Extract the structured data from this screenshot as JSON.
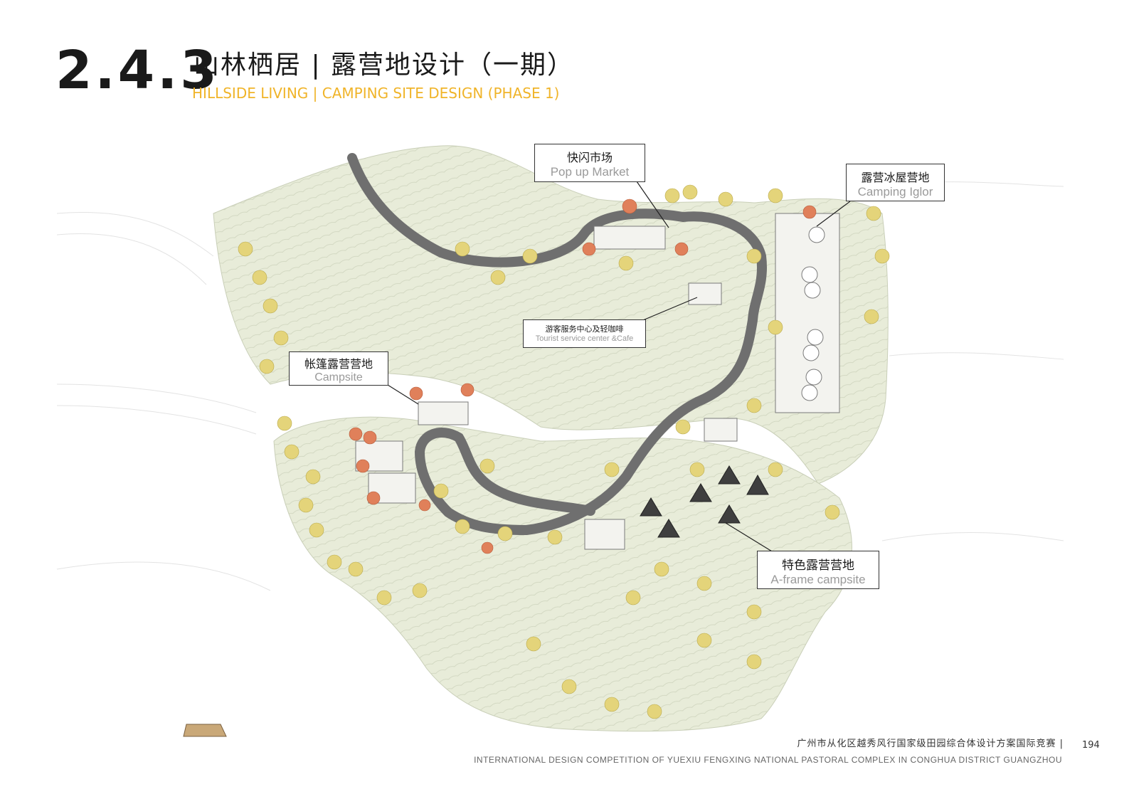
{
  "header": {
    "section_number": "2.4.3",
    "title_cn": "山林栖居 | 露营地设计（一期）",
    "title_en": "HILLSIDE LIVING | CAMPING SITE DESIGN (PHASE 1)"
  },
  "callouts": {
    "popup_market": {
      "cn": "快闪市场",
      "en": "Pop up Market"
    },
    "camping_igloo": {
      "cn": "露营冰屋营地",
      "en": "Camping Iglor"
    },
    "tourist_center": {
      "cn": "游客服务中心及轻咖啡",
      "en": "Tourist service center &Cafe"
    },
    "campsite": {
      "cn": "帐篷露营营地",
      "en": "Campsite"
    },
    "aframe": {
      "cn": "特色露营营地",
      "en": "A-frame campsite"
    }
  },
  "footer": {
    "cn": "广州市从化区越秀风行国家级田园综合体设计方案国际竞赛 |",
    "en": "INTERNATIONAL DESIGN COMPETITION OF YUEXIU FENGXING NATIONAL PASTORAL COMPLEX IN CONGHUA DISTRICT GUANGZHOU",
    "page_number": "194"
  },
  "colors": {
    "terrain": "#e8ecd9",
    "terrain_line": "#c9cfb8",
    "road": "#6f6f6f",
    "tree_yellow": "#e4d47a",
    "tree_orange": "#e0805a",
    "accent_title": "#f0b429"
  }
}
